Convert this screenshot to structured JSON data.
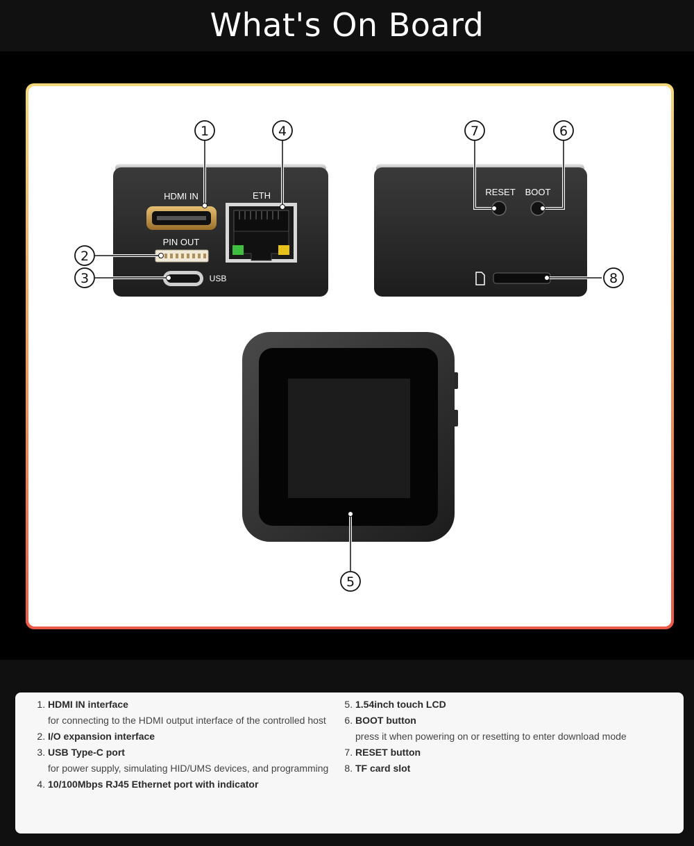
{
  "header": {
    "title": "What's On Board"
  },
  "labels": {
    "hdmi": "HDMI IN",
    "eth": "ETH",
    "pinout": "PIN OUT",
    "usb": "USB",
    "reset": "RESET",
    "boot": "BOOT"
  },
  "callouts": [
    "1",
    "2",
    "3",
    "4",
    "5",
    "6",
    "7",
    "8"
  ],
  "legend": {
    "left": [
      {
        "title": "HDMI IN interface",
        "desc": "for connecting to the HDMI output interface of the controlled host"
      },
      {
        "title": "I/O expansion interface",
        "desc": ""
      },
      {
        "title": "USB Type-C port",
        "desc": "for power supply, simulating HID/UMS devices, and programming"
      },
      {
        "title": "10/100Mbps RJ45 Ethernet port with indicator",
        "desc": ""
      }
    ],
    "right": [
      {
        "title": "1.54inch touch LCD",
        "desc": ""
      },
      {
        "title": "BOOT button",
        "desc": "press it when powering on or resetting to enter download mode"
      },
      {
        "title": "RESET button",
        "desc": ""
      },
      {
        "title": "TF card slot",
        "desc": ""
      }
    ]
  },
  "colors": {
    "frame_top": "#f5d77a",
    "frame_bottom": "#ec5a48",
    "device_body": "#2b2b2b",
    "connector_gold": "#c89a4a",
    "led_green": "#3fbf3f",
    "led_yellow": "#e8c21a"
  }
}
